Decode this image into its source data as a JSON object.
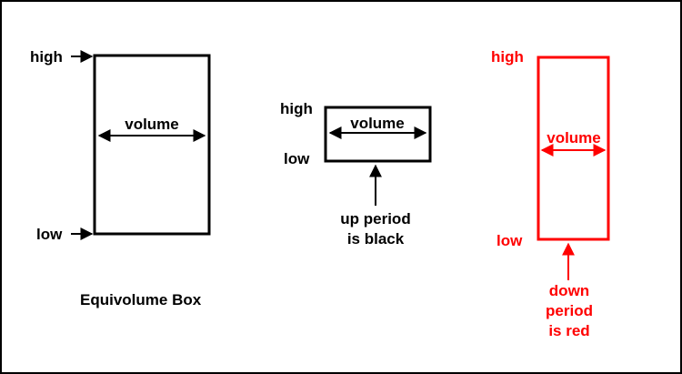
{
  "colors": {
    "up": "#000000",
    "down": "#ff0000"
  },
  "box1": {
    "high": "high",
    "low": "low",
    "volume": "volume"
  },
  "box2": {
    "high": "high",
    "low": "low",
    "volume": "volume",
    "note_line1": "up period",
    "note_line2": "is black"
  },
  "box3": {
    "high": "high",
    "low": "low",
    "volume": "volume",
    "note_line1": "down",
    "note_line2": "period",
    "note_line3": "is red"
  },
  "caption": "Equivolume Box"
}
